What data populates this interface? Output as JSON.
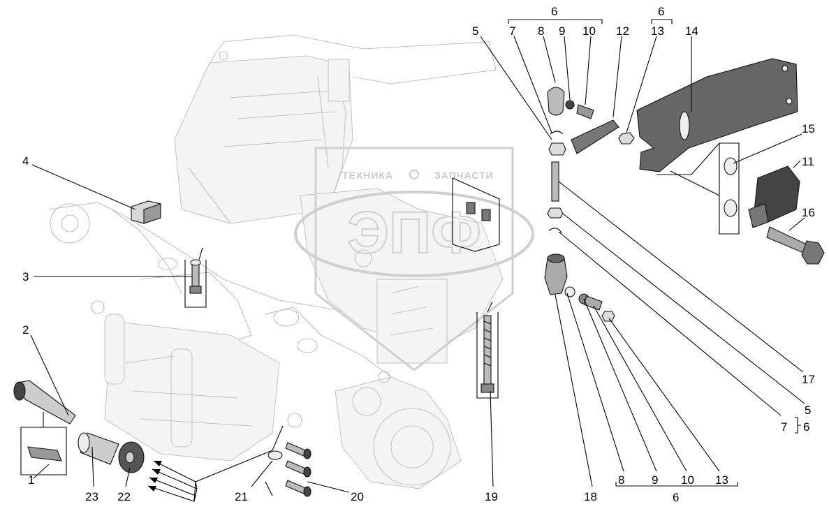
{
  "watermark": {
    "text_left": "ТЕХНИКА",
    "text_right": "ЗАПЧАСТИ",
    "logo": "ЭПФ"
  },
  "callouts": [
    {
      "id": "c1",
      "text": "1"
    },
    {
      "id": "c2",
      "text": "2"
    },
    {
      "id": "c3",
      "text": "3"
    },
    {
      "id": "c4",
      "text": "4"
    },
    {
      "id": "c5a",
      "text": "5"
    },
    {
      "id": "c6a",
      "text": "6"
    },
    {
      "id": "c7a",
      "text": "7"
    },
    {
      "id": "c8a",
      "text": "8"
    },
    {
      "id": "c9a",
      "text": "9"
    },
    {
      "id": "c10a",
      "text": "10"
    },
    {
      "id": "c12",
      "text": "12"
    },
    {
      "id": "c6b",
      "text": "6"
    },
    {
      "id": "c13a",
      "text": "13"
    },
    {
      "id": "c14",
      "text": "14"
    },
    {
      "id": "c15",
      "text": "15"
    },
    {
      "id": "c11",
      "text": "11"
    },
    {
      "id": "c16",
      "text": "16"
    },
    {
      "id": "c17",
      "text": "17"
    },
    {
      "id": "c5b",
      "text": "5"
    },
    {
      "id": "c7b",
      "text": "7"
    },
    {
      "id": "c6c",
      "text": "6"
    },
    {
      "id": "c8b",
      "text": "8"
    },
    {
      "id": "c9b",
      "text": "9"
    },
    {
      "id": "c10b",
      "text": "10"
    },
    {
      "id": "c13b",
      "text": "13"
    },
    {
      "id": "c6d",
      "text": "6"
    },
    {
      "id": "c18",
      "text": "18"
    },
    {
      "id": "c19",
      "text": "19"
    },
    {
      "id": "c20",
      "text": "20"
    },
    {
      "id": "c21",
      "text": "21"
    },
    {
      "id": "c22",
      "text": "22"
    },
    {
      "id": "c23",
      "text": "23"
    }
  ]
}
